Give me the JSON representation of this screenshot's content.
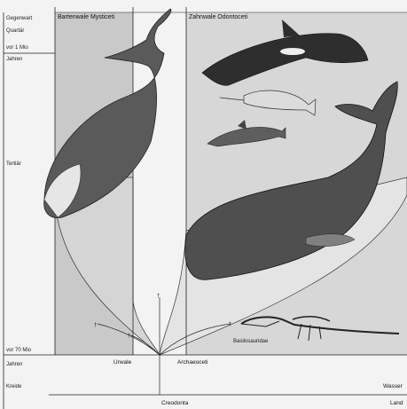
{
  "timeline": {
    "gegenwart": "Gegenwart",
    "quartaer": "Quartär",
    "vor_1_mio": "vor 1 Mio",
    "jahren_top": "Jahren",
    "tertiaer": "Tertiär",
    "vor_70_mio": "vor 70 Mio",
    "jahren_bottom": "Jahren",
    "kreide": "Kreide"
  },
  "columns": {
    "baleen": "Bartenwale Mysticeti",
    "toothed": "Zahnwale Odontoceti"
  },
  "bottom_labels": {
    "urwale": "Urwale",
    "archaeoceti": "Archaeoceti",
    "creodonta": "Creodonta",
    "wasser": "Wasser",
    "land": "Land",
    "basilosaurus": "Basilosauridae"
  },
  "extinct_marker": "†"
}
